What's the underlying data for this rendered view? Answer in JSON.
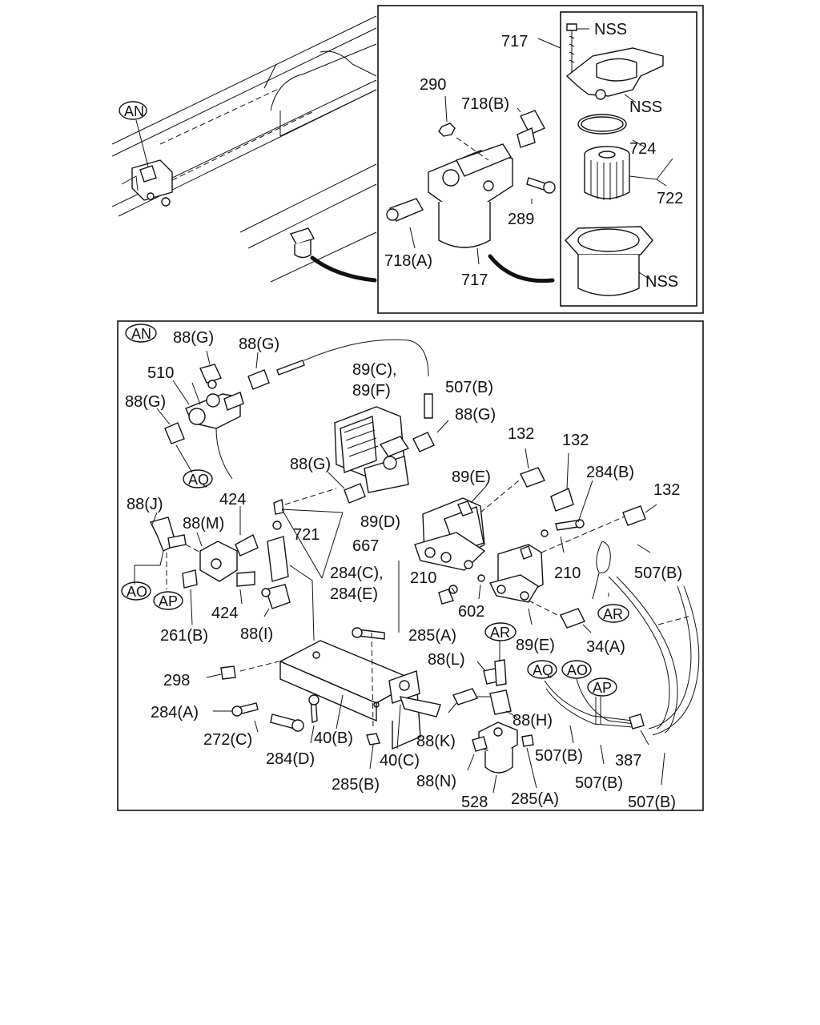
{
  "labels": {
    "an_top": "AN",
    "nss_bolt": "NSS",
    "n717_top": "717",
    "n290": "290",
    "n718b": "718(B)",
    "nss_cover": "NSS",
    "n724": "724",
    "n722": "722",
    "n289": "289",
    "n718a": "718(A)",
    "n717_bottom": "717",
    "nss_bowl": "NSS",
    "an_detail": "AN",
    "n88g_1": "88(G)",
    "n88g_2": "88(G)",
    "n510": "510",
    "n88g_3": "88(G)",
    "n89c": "89(C),",
    "n89f": "89(F)",
    "n507b_1": "507(B)",
    "n88g_4": "88(G)",
    "n88g_5": "88(G)",
    "aq_1": "AQ",
    "n424_1": "424",
    "n88j": "88(J)",
    "n88m": "88(M)",
    "n721": "721",
    "n667": "667",
    "ao_1": "AO",
    "ap_1": "AP",
    "n424_2": "424",
    "n261b": "261(B)",
    "n88i": "88(I)",
    "n132_1": "132",
    "n132_2": "132",
    "n284b": "284(B)",
    "n132_3": "132",
    "n89e_1": "89(E)",
    "n89d": "89(D)",
    "n284c": "284(C),",
    "n284e": "284(E)",
    "n210_1": "210",
    "n210_2": "210",
    "n507b_2": "507(B)",
    "ar_1": "AR",
    "n602": "602",
    "n285a_1": "285(A)",
    "n89e_2": "89(E)",
    "n34a": "34(A)",
    "ar_2": "AR",
    "n88l": "88(L)",
    "aq_2": "AQ",
    "ao_2": "AO",
    "ap_2": "AP",
    "n298": "298",
    "n284a": "284(A)",
    "n272c": "272(C)",
    "n284d": "284(D)",
    "n40b": "40(B)",
    "n40c": "40(C)",
    "n88k": "88(K)",
    "n88h": "88(H)",
    "n507b_3": "507(B)",
    "n387": "387",
    "n285b": "285(B)",
    "n88n": "88(N)",
    "n528": "528",
    "n285a_2": "285(A)",
    "n507b_4": "507(B)",
    "n507b_5": "507(B)"
  }
}
